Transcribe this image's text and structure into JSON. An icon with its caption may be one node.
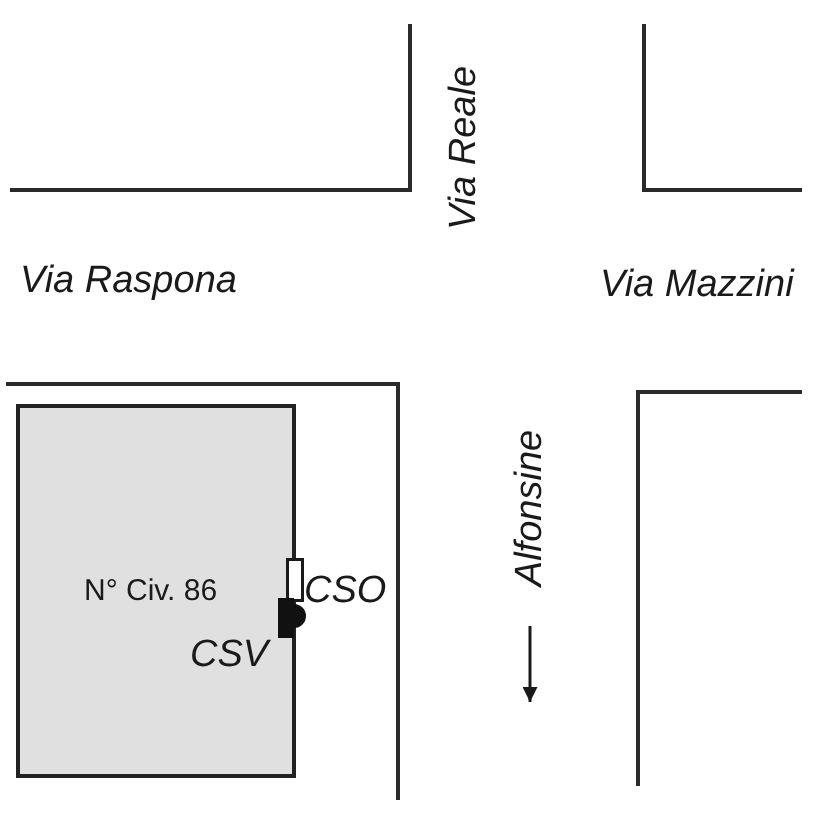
{
  "diagram": {
    "nodes": [
      {
        "text": [
          "N° Civ. 86"
        ]
      }
    ],
    "labels": [
      "Via Reale",
      "Via Raspona",
      "Via Mazzini",
      "CSO",
      "Alfonsine",
      "CSV"
    ]
  }
}
